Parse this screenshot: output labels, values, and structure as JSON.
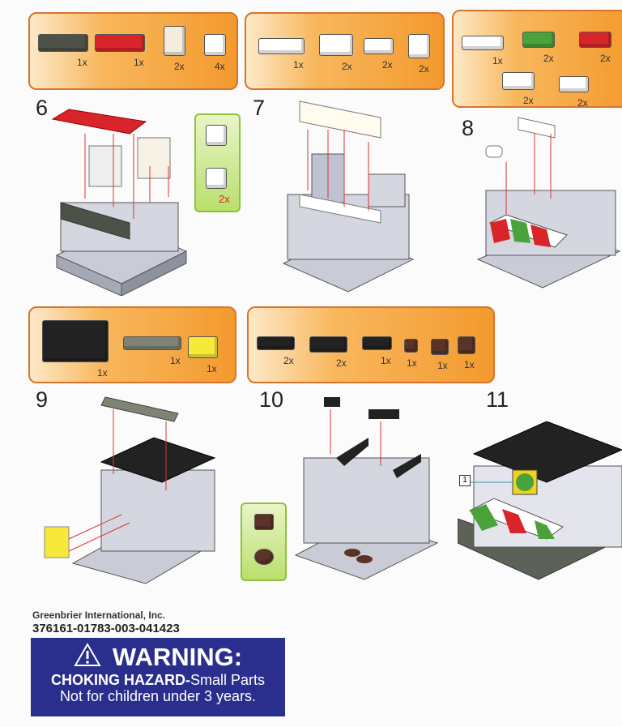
{
  "parts_boxes": [
    {
      "parts": [
        {
          "color": "#4d5148",
          "count": "1x"
        },
        {
          "color": "#d8252a",
          "count": "1x"
        },
        {
          "color": "#f4ecdc",
          "count": "2x"
        },
        {
          "color": "#ffffff",
          "count": "4x"
        }
      ]
    },
    {
      "parts": [
        {
          "color": "#ffffff",
          "count": "1x"
        },
        {
          "color": "#ffffff",
          "count": "2x"
        },
        {
          "color": "#ffffff",
          "count": "2x"
        },
        {
          "color": "#ffffff",
          "count": "2x"
        }
      ]
    },
    {
      "parts": [
        {
          "color": "#ffffff",
          "count": "1x"
        },
        {
          "color": "#4aa33a",
          "count": "2x"
        },
        {
          "color": "#d8252a",
          "count": "2x"
        },
        {
          "color": "#ffffff",
          "count": "2x"
        },
        {
          "color": "#ffffff",
          "count": "2x"
        }
      ]
    },
    {
      "parts": [
        {
          "color": "#222222",
          "count": "1x"
        },
        {
          "color": "#7f8374",
          "count": "1x"
        },
        {
          "color": "#f7e93a",
          "count": "1x"
        }
      ]
    },
    {
      "parts": [
        {
          "color": "#222222",
          "count": "2x"
        },
        {
          "color": "#222222",
          "count": "2x"
        },
        {
          "color": "#222222",
          "count": "1x"
        },
        {
          "color": "#5a3326",
          "count": "1x"
        },
        {
          "color": "#5a3326",
          "count": "1x"
        },
        {
          "color": "#5a3326",
          "count": "1x"
        }
      ]
    }
  ],
  "steps": [
    "6",
    "7",
    "8",
    "9",
    "10",
    "11"
  ],
  "callouts": [
    {
      "count": "2x"
    },
    {
      "count": ""
    }
  ],
  "part_marker": "1",
  "footer": {
    "company": "Greenbrier International, Inc.",
    "code": "376161-01783-003-041423",
    "warning_title": "WARNING:",
    "hazard": "CHOKING HAZARD-",
    "hazard_rest": "Small Parts",
    "age_notice": "Not for children under 3 years."
  }
}
